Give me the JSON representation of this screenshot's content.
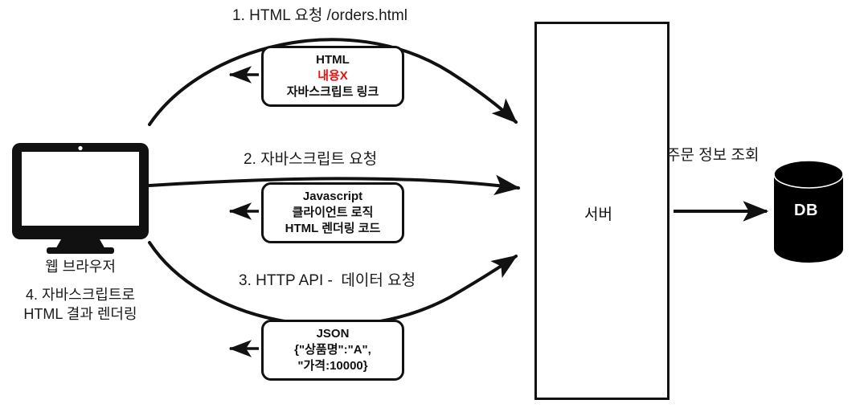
{
  "diagram": {
    "title_flow": "Browser to Server to DB request flow",
    "client": {
      "icon": "desktop-monitor-icon",
      "caption": "웹 브라우저",
      "step4_line1": "4. 자바스크립트로",
      "step4_line2": "HTML 결과 렌더링"
    },
    "server": {
      "label": "서버"
    },
    "database": {
      "label": "DB"
    },
    "edges": [
      {
        "id": "step1",
        "label": "1. HTML 요청 /orders.html"
      },
      {
        "id": "step2",
        "label": "2. 자바스크립트 요청"
      },
      {
        "id": "step3",
        "label": "3. HTTP API -  데이터 요청"
      },
      {
        "id": "server-db",
        "label": "주문 정보 조회"
      }
    ],
    "response_boxes": [
      {
        "id": "html-response",
        "line1": "HTML",
        "line2": "내용X",
        "line2_color": "#ee1111",
        "line3": "자바스크립트 링크"
      },
      {
        "id": "javascript-response",
        "line1": "Javascript",
        "line2": "클라이언트 로직",
        "line3": "HTML 렌더링 코드"
      },
      {
        "id": "json-response",
        "line1": "JSON",
        "line2": "{\"상품명\":\"A\",",
        "line3": "\"가격:10000}"
      }
    ],
    "colors": {
      "stroke": "#111111",
      "accent_red": "#ee1111",
      "db_fill": "#000000",
      "text": "#1a1a1a"
    }
  }
}
